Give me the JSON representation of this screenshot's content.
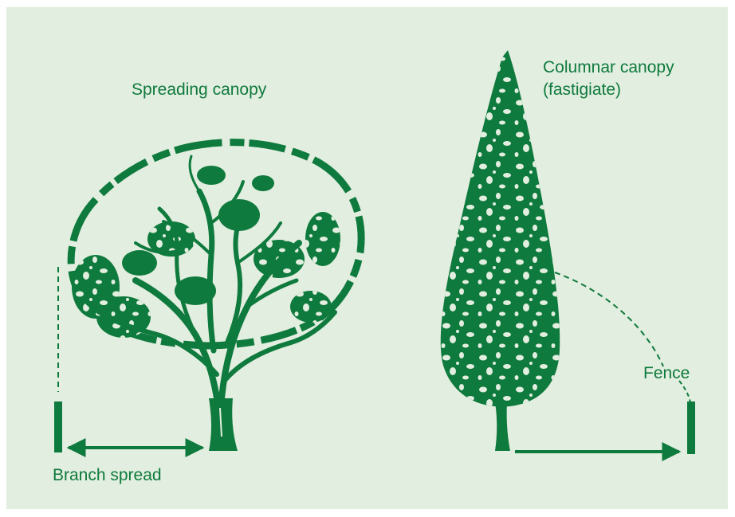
{
  "labels": {
    "spreading": "Spreading canopy",
    "columnar_line1": "Columnar canopy",
    "columnar_line2": "(fastigiate)",
    "fence": "Fence",
    "branch_spread": "Branch spread"
  },
  "colors": {
    "tree": "#0f7a3d",
    "background": "#e2eedf",
    "highlight": "#e2eedf"
  },
  "icons": [
    "spreading-tree-icon",
    "columnar-tree-icon",
    "fence-post-icon",
    "double-arrow-icon",
    "arrow-icon"
  ]
}
